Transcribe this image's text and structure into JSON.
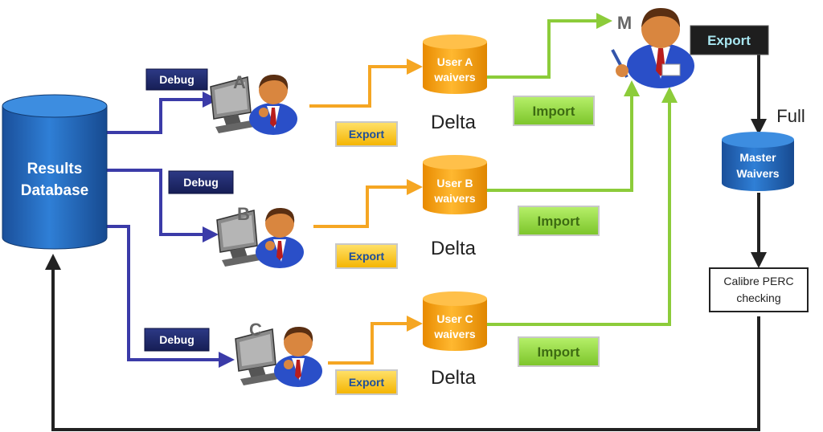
{
  "database": {
    "line1": "Results",
    "line2": "Database"
  },
  "users": [
    {
      "letter": "A",
      "debug": "Debug",
      "export": "Export",
      "waiver_line1": "User A",
      "waiver_line2": "waivers",
      "delta": "Delta",
      "import": "Import"
    },
    {
      "letter": "B",
      "debug": "Debug",
      "export": "Export",
      "waiver_line1": "User B",
      "waiver_line2": "waivers",
      "delta": "Delta",
      "import": "Import"
    },
    {
      "letter": "C",
      "debug": "Debug",
      "export": "Export",
      "waiver_line1": "User C",
      "waiver_line2": "waivers",
      "delta": "Delta",
      "import": "Import"
    }
  ],
  "master": {
    "letter": "M",
    "export": "Export",
    "full": "Full",
    "waiver_line1": "Master",
    "waiver_line2": "Waivers"
  },
  "calibre": {
    "line1": "Calibre PERC",
    "line2": "checking"
  },
  "colors": {
    "database": "#1f5fb0",
    "debug": "#1f2a6b",
    "waiver": "#f5a010",
    "import": "#8fd93a",
    "blue_arrow": "#3b3ba8",
    "orange_arrow": "#f5a623",
    "green_arrow": "#8ccc3a",
    "dark_arrow": "#222222"
  }
}
